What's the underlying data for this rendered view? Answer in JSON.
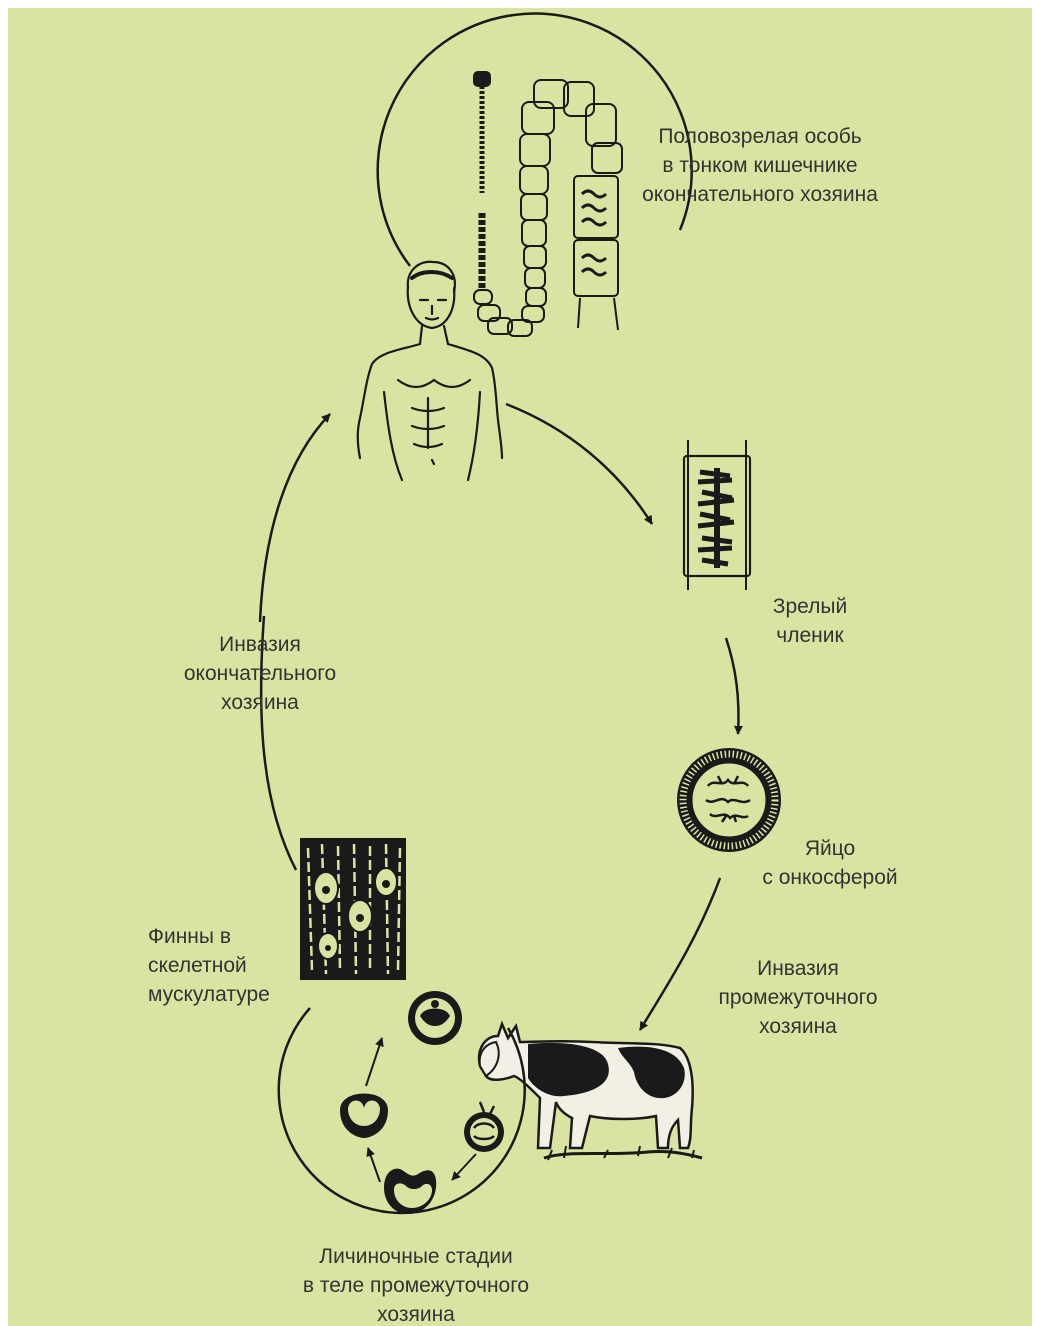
{
  "labels": {
    "adult": [
      "Половозрелая особь",
      "в тонком кишечнике",
      "окончательного хозяина"
    ],
    "proglottid": [
      "Зрелый",
      "членик"
    ],
    "egg": [
      "Яйцо",
      "с онкосферой"
    ],
    "invasion_intermediate": [
      "Инвазия",
      "промежуточного",
      "хозяина"
    ],
    "larval_stages": [
      "Личиночные стадии",
      "в теле промежуточного",
      "хозяина"
    ],
    "cysticerci": [
      "Финны в",
      "скелетной",
      "мускулатуре"
    ],
    "invasion_definitive": [
      "Инвазия",
      "окончательного",
      "хозяина"
    ]
  },
  "colors": {
    "background": "#dbe3a3",
    "ink": "#1a1a1a",
    "text": "#333333"
  },
  "icons": [
    "tapeworm-strobila-icon",
    "human-host-icon",
    "mature-proglottid-icon",
    "egg-oncosphere-icon",
    "cow-host-icon",
    "muscle-cysticerci-icon",
    "larva-stage-icon"
  ]
}
